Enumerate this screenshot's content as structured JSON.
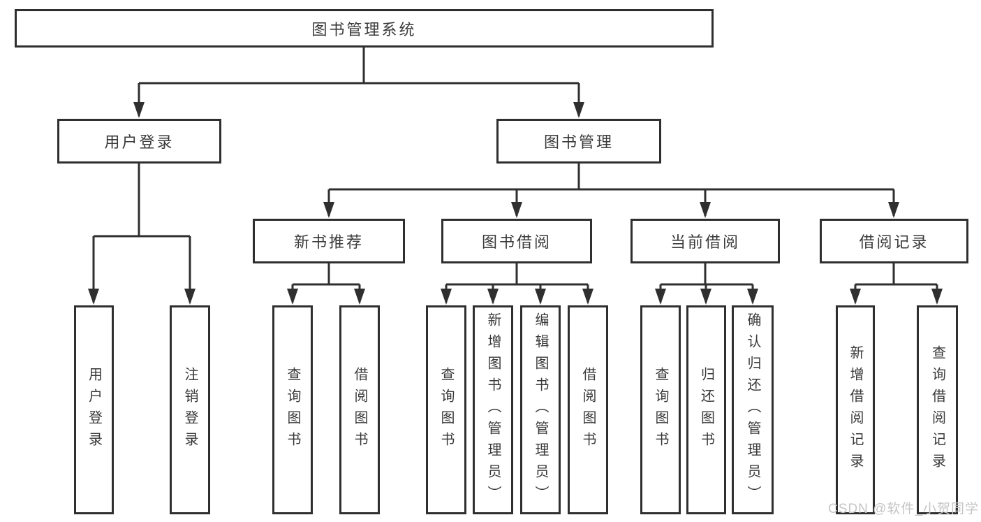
{
  "diagram": {
    "root": {
      "label": "图书管理系统"
    },
    "level2": [
      {
        "label": "用户登录",
        "children": [
          {
            "label": "用户登录"
          },
          {
            "label": "注销登录"
          }
        ]
      },
      {
        "label": "图书管理",
        "children": [
          {
            "label": "新书推荐",
            "children": [
              {
                "label": "查询图书"
              },
              {
                "label": "借阅图书"
              }
            ]
          },
          {
            "label": "图书借阅",
            "children": [
              {
                "label": "查询图书"
              },
              {
                "label": "新增图书（管理员）"
              },
              {
                "label": "编辑图书（管理员）"
              },
              {
                "label": "借阅图书"
              }
            ]
          },
          {
            "label": "当前借阅",
            "children": [
              {
                "label": "查询图书"
              },
              {
                "label": "归还图书"
              },
              {
                "label": "确认归还（管理员）"
              }
            ]
          },
          {
            "label": "借阅记录",
            "children": [
              {
                "label": "新增借阅记录"
              },
              {
                "label": "查询借阅记录"
              }
            ]
          }
        ]
      }
    ]
  },
  "watermark": {
    "text": "CSDN @软件_小贺同学"
  },
  "colors": {
    "line": "#2f2f2f",
    "text": "#3a3a3a",
    "watermark": "#c5c5c5",
    "background": "#ffffff"
  }
}
